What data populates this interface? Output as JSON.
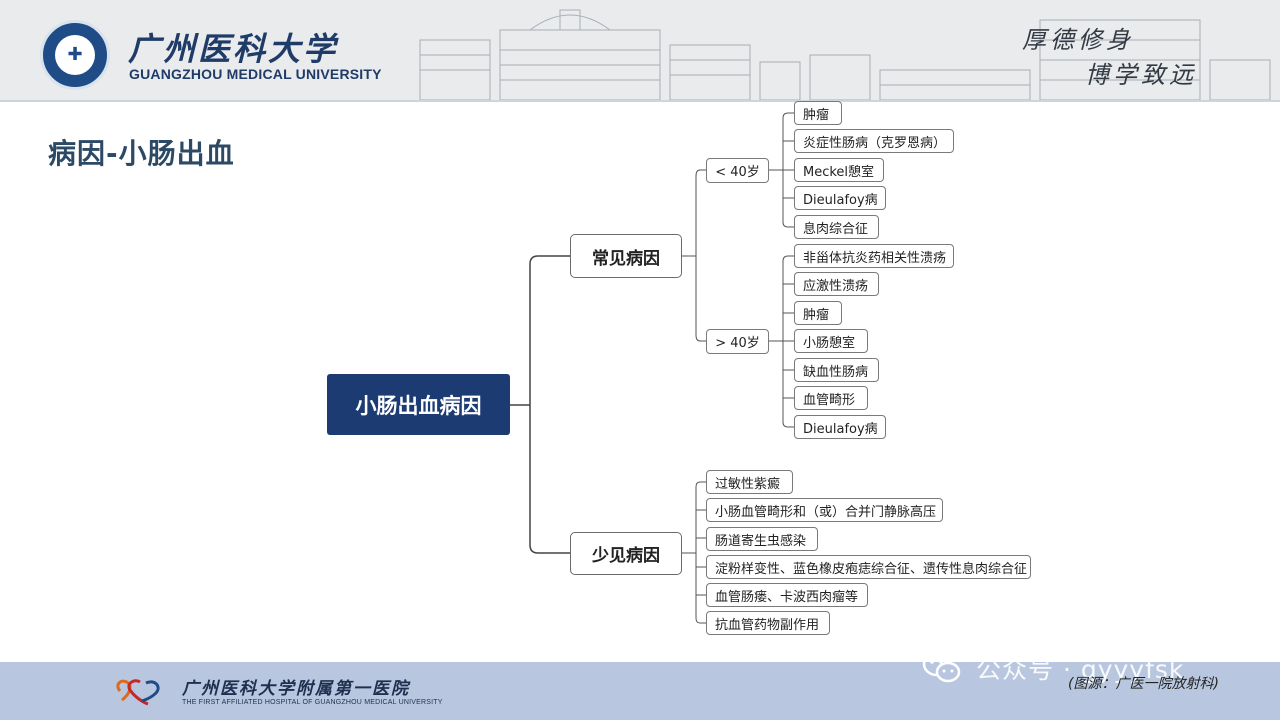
{
  "header": {
    "university_cn": "广州医科大学",
    "university_en": "GUANGZHOU MEDICAL UNIVERSITY",
    "motto_line1": "厚德修身",
    "motto_line2": "博学致远"
  },
  "slide_title": "病因-小肠出血",
  "diagram": {
    "root": "小肠出血病因",
    "common": {
      "label": "常见病因",
      "under40": {
        "label": "< 40岁",
        "items": [
          "肿瘤",
          "炎症性肠病（克罗恩病）",
          "Meckel憩室",
          "Dieulafoy病",
          "息肉综合征"
        ]
      },
      "over40": {
        "label": "> 40岁",
        "items": [
          "非甾体抗炎药相关性溃疡",
          "应激性溃疡",
          "肿瘤",
          "小肠憩室",
          "缺血性肠病",
          "血管畸形",
          "Dieulafoy病"
        ]
      }
    },
    "rare": {
      "label": "少见病因",
      "items": [
        "过敏性紫癜",
        "小肠血管畸形和（或）合并门静脉高压",
        "肠道寄生虫感染",
        "淀粉样变性、蓝色橡皮疱痣综合征、遗传性息肉综合征",
        "血管肠瘘、卡波西肉瘤等",
        "抗血管药物副作用"
      ]
    }
  },
  "footer": {
    "hospital_cn": "广州医科大学附属第一医院",
    "hospital_en": "THE FIRST AFFILIATED HOSPITAL OF GUANGZHOU MEDICAL UNIVERSITY",
    "watermark": "公众号 · gyyyfsk",
    "source_note": "(图源：广医一院放射科)"
  },
  "colors": {
    "root_fill": "#1c3b73",
    "title_text": "#2c4a66",
    "footer_band": "#b8c7df",
    "logo_blue": "#1f4c87"
  }
}
